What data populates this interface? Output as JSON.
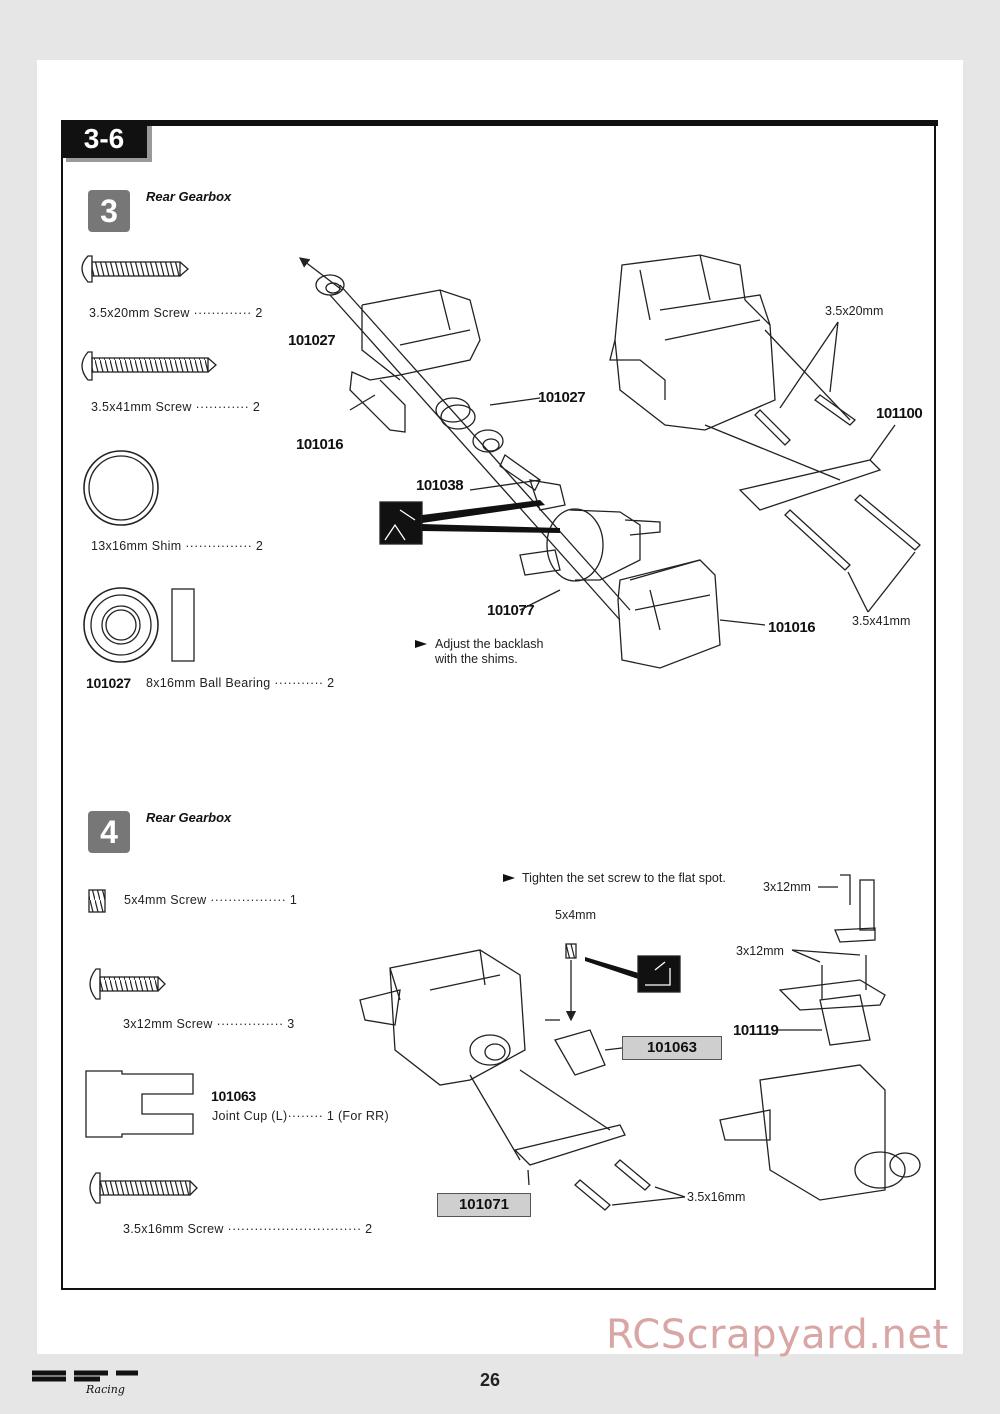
{
  "section": "3-6",
  "page_number": "26",
  "watermark": "RCScrapyard.net",
  "logo": {
    "brand": "HPI",
    "sub": "Racing"
  },
  "step3": {
    "number": "3",
    "title": "Rear Gearbox",
    "parts": [
      {
        "label": "3.5x20mm  Screw ············· 2"
      },
      {
        "label": "3.5x41mm  Screw ············ 2"
      },
      {
        "label": "13x16mm Shim  ··············· 2"
      },
      {
        "code": "101027",
        "label": "8x16mm Ball Bearing ··········· 2"
      }
    ],
    "callouts": [
      "101027",
      "101016",
      "101027",
      "101038",
      "101077",
      "101016",
      "101100"
    ],
    "dims": [
      "3.5x20mm",
      "3.5x41mm"
    ],
    "note_line1": "Adjust the backlash",
    "note_line2": "with the shims."
  },
  "step4": {
    "number": "4",
    "title": "Rear Gearbox",
    "parts": [
      {
        "label": "5x4mm  Screw  ·················  1"
      },
      {
        "label": "3x12mm Screw   ··············· 3"
      },
      {
        "code": "101063",
        "label": "Joint  Cup (L)········  1 (For RR)"
      },
      {
        "label": "3.5x16mm  Screw ······························  2"
      }
    ],
    "note": "Tighten the set screw to the flat spot.",
    "dims": [
      "5x4mm",
      "3x12mm",
      "3x12mm",
      "3.5x16mm"
    ],
    "callouts": [
      "101063",
      "101119",
      "101071"
    ]
  }
}
